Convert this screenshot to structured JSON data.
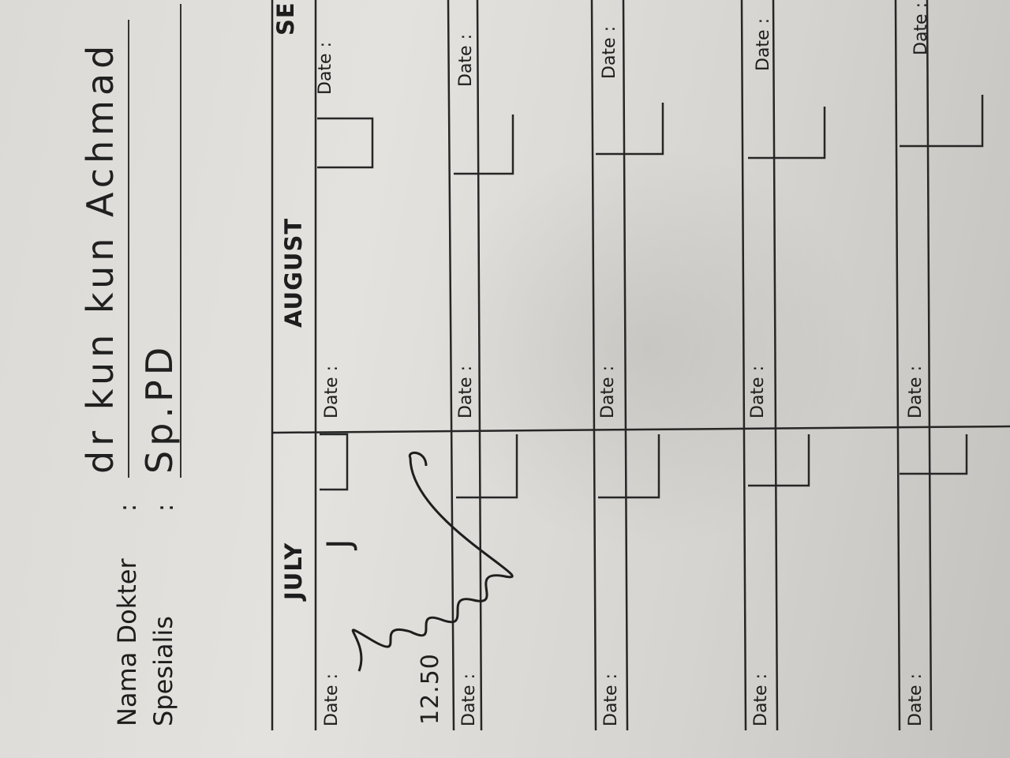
{
  "form": {
    "name_label": "Nama Dokter",
    "spec_label": "Spesialis",
    "colon": ":",
    "name_value": "dr kun kun Achmad",
    "spec_value": "Sp.PD"
  },
  "schedule": {
    "months": [
      "JULY",
      "AUGUST",
      "SE"
    ],
    "date_label": "Date :",
    "time_note": "12.50",
    "handwritten_mark": "J"
  }
}
